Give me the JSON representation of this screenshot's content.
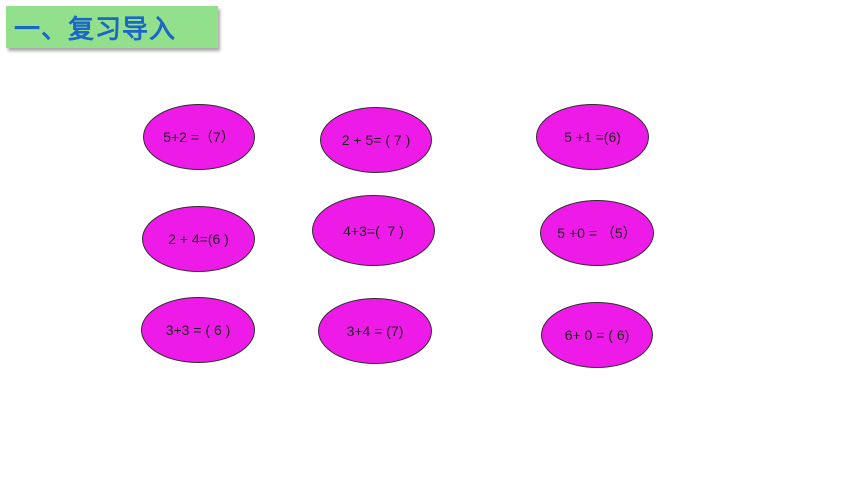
{
  "slide": {
    "title": "一、复习导入",
    "colors": {
      "title_background": "#92e08c",
      "title_text": "#1b67c8",
      "oval_fill": "#ee1ae8"
    },
    "ovals": [
      {
        "text": "5+2 =（7）"
      },
      {
        "text": "2 + 5= ( 7 )"
      },
      {
        "text": "5 +1 =(6)"
      },
      {
        "text": "2 + 4=(6 )"
      },
      {
        "text": "4+3=(  7 )"
      },
      {
        "text": "5 +0 = （5）"
      },
      {
        "text": "3+3 = ( 6 )"
      },
      {
        "text": "3+4 = (7)"
      },
      {
        "text": "6+ 0 = ( 6)"
      }
    ]
  }
}
